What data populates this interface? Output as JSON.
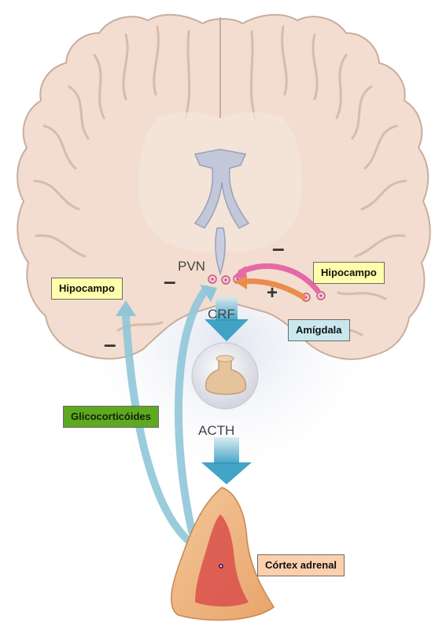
{
  "labels": {
    "hipocampo_left": "Hipocampo",
    "hipocampo_right": "Hipocampo",
    "amigdala": "Amígdala",
    "glicocorticoides": "Glicocorticóides",
    "cortex_adrenal": "Córtex adrenal",
    "pvn": "PVN",
    "crf": "CRF",
    "acth": "ACTH",
    "minus_left": "–",
    "minus_right": "–",
    "minus_lower": "–",
    "plus_right": "+"
  },
  "colors": {
    "yellow_box": "#fffeaa",
    "blue_box": "#c9e8ee",
    "green_box": "#5ea91f",
    "peach_box": "#fdd0ad",
    "cortex_fill": "#f2ddd0",
    "cortex_stroke": "#c9ad9d",
    "feedback_arrow": "#8fc6d8",
    "pink_arrow": "#e36aa6",
    "orange_arrow": "#e98c4e"
  }
}
